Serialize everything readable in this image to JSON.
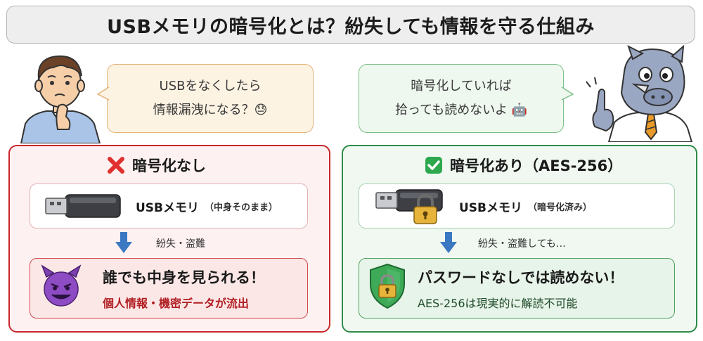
{
  "title": "USBメモリの暗号化とは？紛失しても情報を守る仕組み",
  "left_bubble": {
    "line1": "USBをなくしたら",
    "line2": "情報漏洩になる？😓"
  },
  "right_bubble": {
    "line1": "暗号化していれば",
    "line2": "拾っても読めないよ 🤖"
  },
  "left_panel": {
    "heading": "暗号化なし",
    "usb_label": "USBメモリ",
    "usb_sub": "（中身そのまま）",
    "arrow_label": "紛失・盗難",
    "result_title": "誰でも中身を見られる！",
    "result_sub": "個人情報・機密データが流出",
    "accent": "#c9282d"
  },
  "right_panel": {
    "heading": "暗号化あり（AES-256）",
    "usb_label": "USBメモリ",
    "usb_sub": "（暗号化済み）",
    "arrow_label": "紛失・盗難しても…",
    "result_title": "パスワードなしでは読めない！",
    "result_sub": "AES-256は現実的に解読不可能",
    "accent": "#2e8b47"
  },
  "icons": {
    "left_heading": "cross-mark-icon",
    "right_heading": "check-mark-icon",
    "left_usb": "usb-drive-icon",
    "right_usb": "locked-usb-drive-icon",
    "left_result": "devil-face-icon",
    "right_result": "shield-lock-icon",
    "left_character": "worried-man-illustration",
    "right_character": "rhino-businessman-illustration"
  }
}
